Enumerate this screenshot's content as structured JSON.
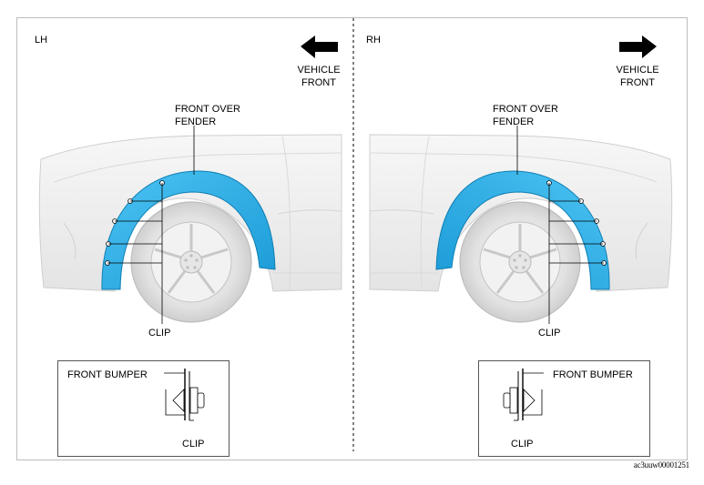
{
  "lh": {
    "side": "LH",
    "direction_label": "VEHICLE\nFRONT",
    "part_label": "FRONT OVER\nFENDER",
    "clip_label": "CLIP",
    "inset": {
      "bumper_label": "FRONT BUMPER",
      "clip_label": "CLIP"
    }
  },
  "rh": {
    "side": "RH",
    "direction_label": "VEHICLE\nFRONT",
    "part_label": "FRONT OVER\nFENDER",
    "clip_label": "CLIP",
    "inset": {
      "bumper_label": "FRONT BUMPER",
      "clip_label": "CLIP"
    }
  },
  "figure_code": "ac3uuw00001251",
  "colors": {
    "fender": "#2ab0ea",
    "fender_edge": "#0f7fb4",
    "car_body": "#efefef",
    "line": "#000000"
  }
}
